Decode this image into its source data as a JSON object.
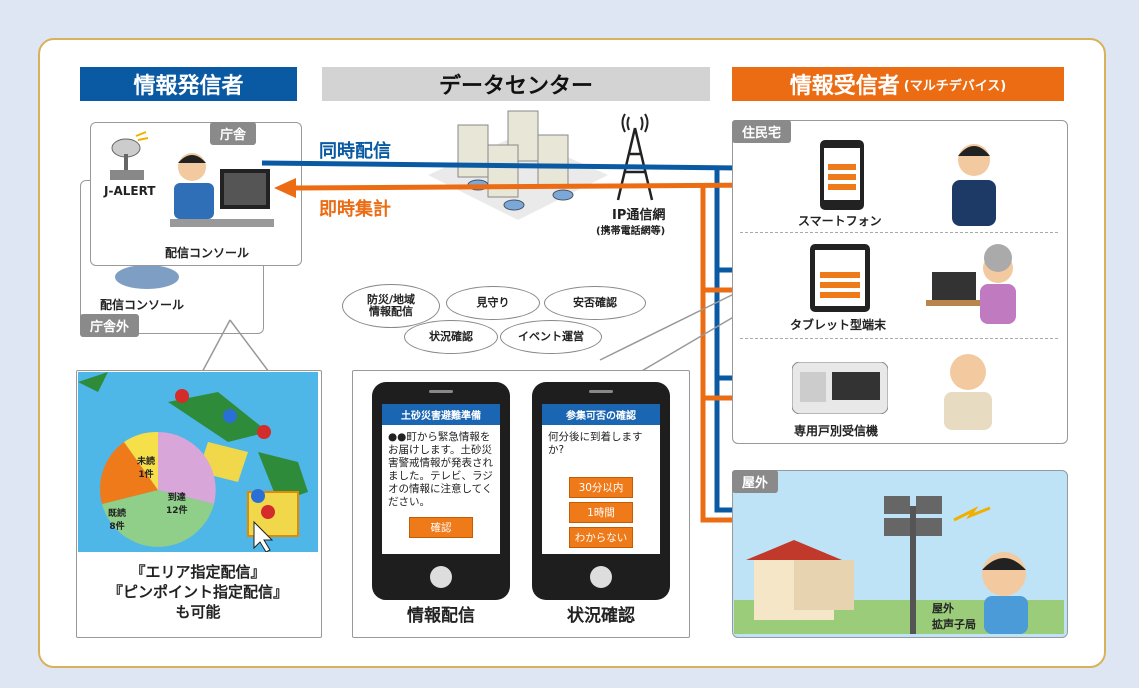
{
  "headers": {
    "sender": "情報発信者",
    "datacenter": "データセンター",
    "receiver": "情報受信者",
    "receiver_sub": "(マルチデバイス)"
  },
  "sender": {
    "office_tag": "庁舎",
    "jalert": "J-ALERT",
    "console_inside": "配信コンソール",
    "console_outside": "配信コンソール",
    "outside_tag": "庁舎外"
  },
  "flows": {
    "simultaneous": "同時配信",
    "instant": "即時集計",
    "network": "IP通信網",
    "network_sub": "(携帯電話網等)"
  },
  "uses": [
    "防災/地域\n情報配信",
    "見守り",
    "安否確認",
    "状況確認",
    "イベント運営"
  ],
  "map": {
    "pie_labels": [
      "未読\n1件",
      "到達\n12件",
      "既読\n8件"
    ],
    "caption_1": "『エリア指定配信』",
    "caption_2": "『ピンポイント指定配信』",
    "caption_3": "も可能"
  },
  "phone_delivery": {
    "title": "土砂災害避難準備",
    "body": "●●町から緊急情報をお届けします。土砂災害警戒情報が発表されました。テレビ、ラジオの情報に注意してください。",
    "button": "確認",
    "caption": "情報配信"
  },
  "phone_status": {
    "title": "参集可否の確認",
    "body": "何分後に到着しますか?",
    "options": [
      "30分以内",
      "1時間",
      "わからない"
    ],
    "caption": "状況確認"
  },
  "residence": {
    "tag": "住民宅",
    "smartphone": "スマートフォン",
    "tablet": "タブレット型端末",
    "receiver": "専用戸別受信機"
  },
  "outdoor": {
    "tag": "屋外",
    "speaker": "屋外\n拡声子局"
  },
  "colors": {
    "blue": "#0a5aa3",
    "orange": "#ec6c13",
    "gray": "#d3d3d3",
    "frame": "#d8b25a"
  }
}
